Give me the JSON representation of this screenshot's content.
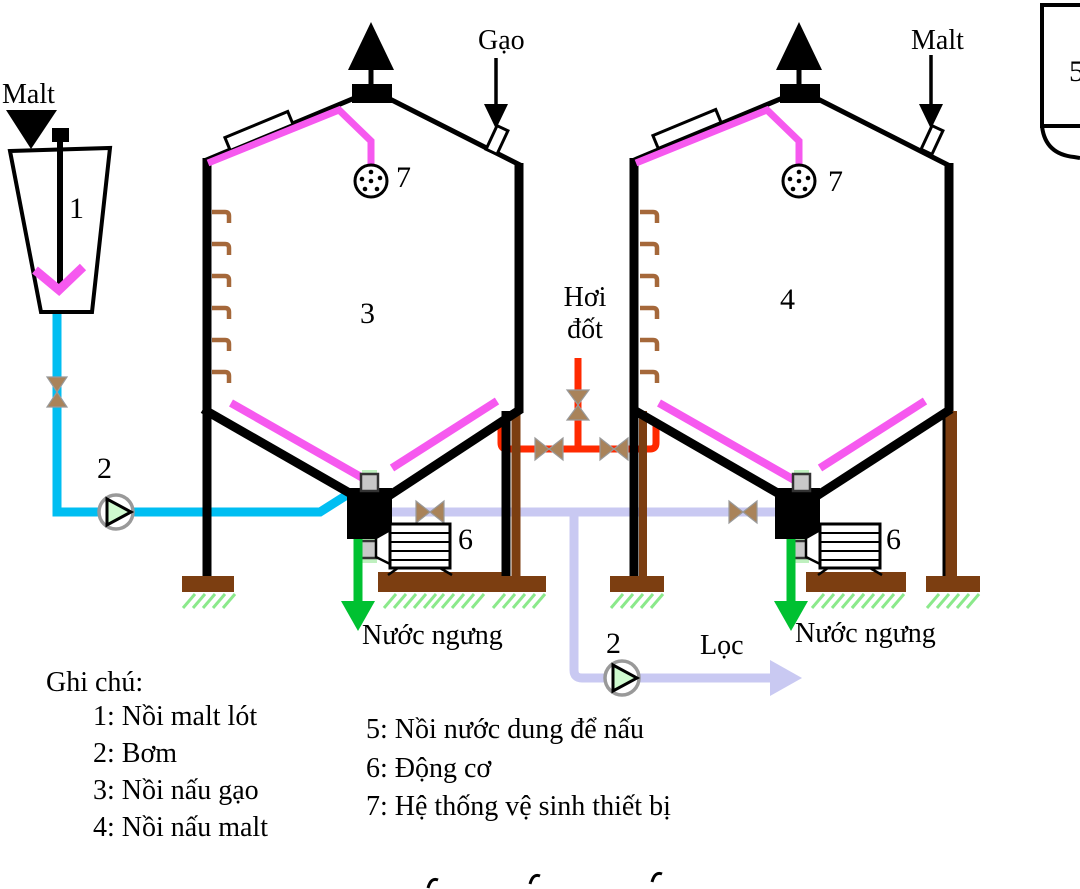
{
  "labels": {
    "malt": "Malt",
    "gao": "Gạo",
    "hoi_1": "Hơi",
    "hoi_2": "đốt",
    "nuoc_ngung": "Nước ngưng",
    "loc": "Lọc"
  },
  "numbers": {
    "n1": "1",
    "n2": "2",
    "n3": "3",
    "n4": "4",
    "n5": "5",
    "n6": "6",
    "n7": "7"
  },
  "legend": {
    "title": "Ghi chú:",
    "left": [
      "1: Nồi malt lót",
      "2: Bơm",
      "3: Nồi nấu gạo",
      "4: Nồi nấu malt"
    ],
    "right": [
      "5: Nồi nước dung để nấu",
      "6: Động cơ",
      "7: Hệ thống vệ sinh thiết bị"
    ]
  },
  "colors": {
    "pipe_cyan": "#00BEF2",
    "pipe_magenta": "#F659EF",
    "pipe_steam_red": "#FF2A00",
    "pipe_mash_lavender": "#C9C9F2",
    "arrow_green": "#00C131",
    "support_brown": "#7C3E11",
    "coil_hook_tan": "#A5683A",
    "valve_tan": "#A9835A",
    "pump_fill_green": "#CFFACF",
    "ground_hatch_green": "#8BE98B"
  }
}
